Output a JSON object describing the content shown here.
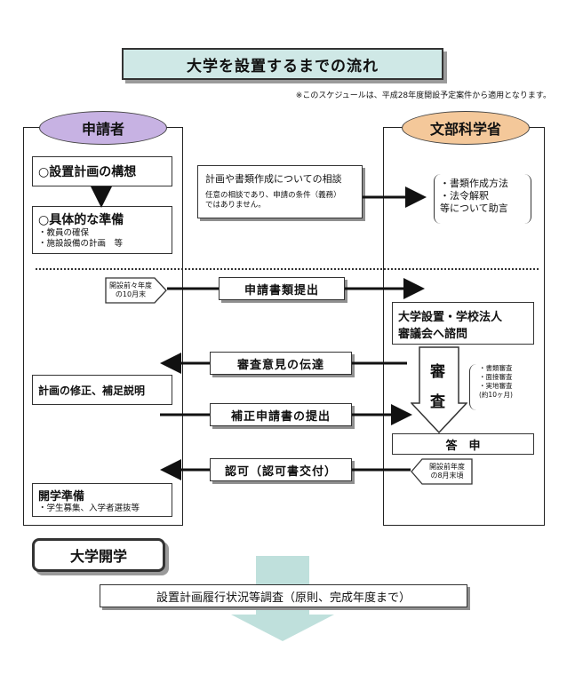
{
  "title": "大学を設置するまでの流れ",
  "note": "※このスケジュールは、平成28年度開設予定案件から適用となります。",
  "applicant": {
    "label": "申請者"
  },
  "ministry": {
    "label": "文部科学省"
  },
  "plan_concept": "○設置計画の構想",
  "prep": {
    "title": "○具体的な準備",
    "line1": "・教員の確保",
    "line2": "・施設設備の計画　等"
  },
  "consult": {
    "title": "計画や書類作成についての相談",
    "sub1": "任意の相談であり、申請の条件（義務）",
    "sub2": "ではありません。"
  },
  "advice": {
    "line1": "・書類作成方法",
    "line2": "・法令解釈",
    "line3": "等について助言"
  },
  "deadline1": {
    "line1": "開設前々年度",
    "line2": "の10月末"
  },
  "submit": "申請書類提出",
  "council": {
    "line1": "大学設置・学校法人",
    "line2": "審議会へ諮問"
  },
  "review_opinion": "審査意見の伝達",
  "review": {
    "c1": "審",
    "c2": "査"
  },
  "review_items": {
    "line1": "・書類審査",
    "line2": "・面接審査",
    "line3": "・実地審査",
    "line4": "(約10ヶ月)"
  },
  "revise": "計画の修正、補足説明",
  "resubmit": "補正申請書の提出",
  "answer": "答　申",
  "approval": "認可（認可書交付）",
  "deadline2": {
    "line1": "開設前年度",
    "line2": "の8月末頃"
  },
  "opening_prep": {
    "title": "開学準備",
    "line1": "・学生募集、入学者選抜等"
  },
  "opening": "大学開学",
  "followup": "設置計画履行状況等調査（原則、完成年度まで）"
}
